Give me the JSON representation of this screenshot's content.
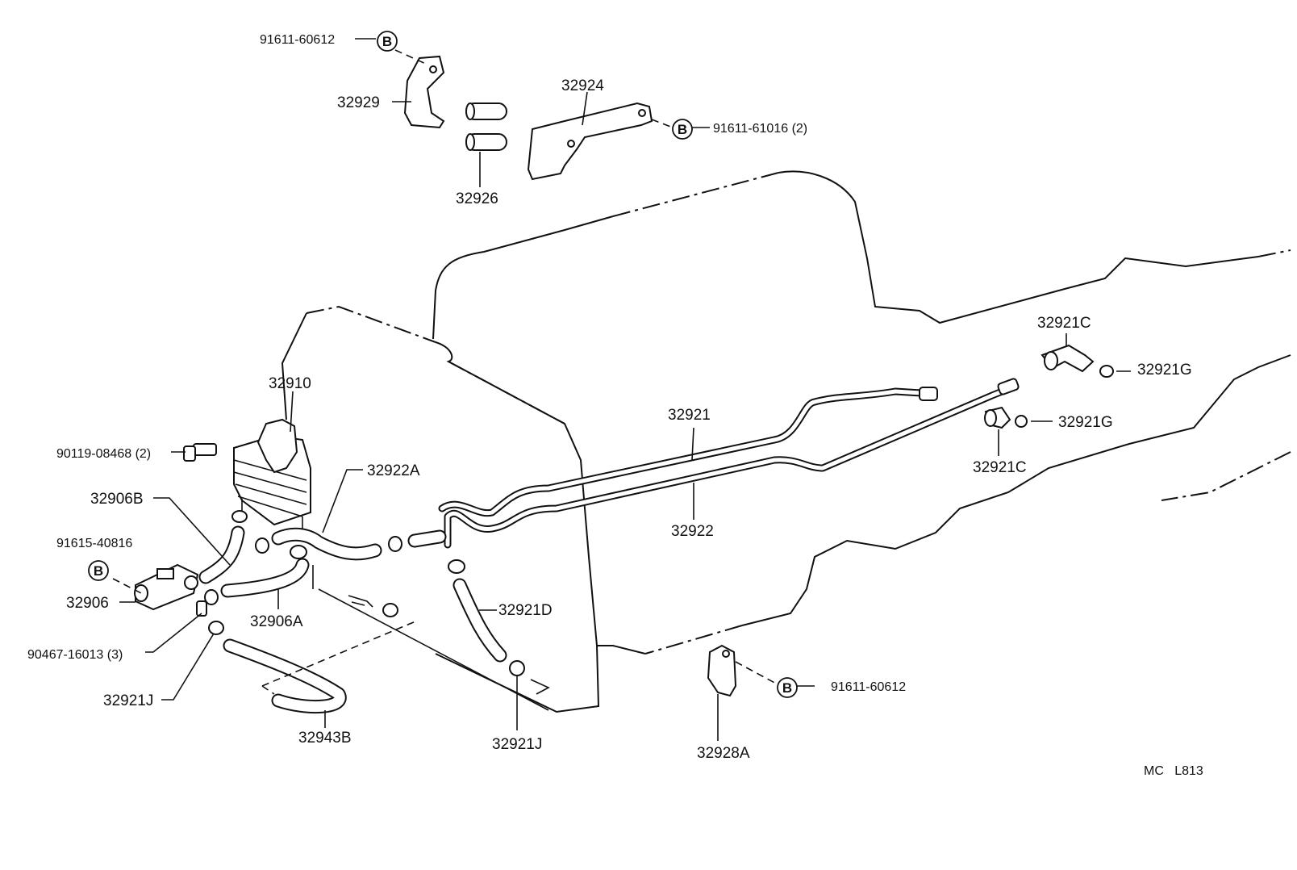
{
  "labels": {
    "p91611_60612_top": "91611-60612",
    "p32929": "32929",
    "p32924": "32924",
    "p91611_61016": "91611-61016 (2)",
    "p32926": "32926",
    "p32910": "32910",
    "p90119_08468": "90119-08468 (2)",
    "p32922A": "32922A",
    "p32906B": "32906B",
    "p91615_40816": "91615-40816",
    "p32906": "32906",
    "p90467_16013": "90467-16013 (3)",
    "p32906A": "32906A",
    "p32921J_left": "32921J",
    "p32943B": "32943B",
    "p32921D": "32921D",
    "p32921J_mid": "32921J",
    "p32921": "32921",
    "p32922": "32922",
    "p32921C_top": "32921C",
    "p32921G_top": "32921G",
    "p32921G_mid": "32921G",
    "p32921C_mid": "32921C",
    "p32928A": "32928A",
    "p91611_60612_bottom": "91611-60612",
    "footer_code": "MC   L813"
  },
  "callout_letter": "B",
  "colors": {
    "line": "#111111",
    "background": "#ffffff"
  }
}
